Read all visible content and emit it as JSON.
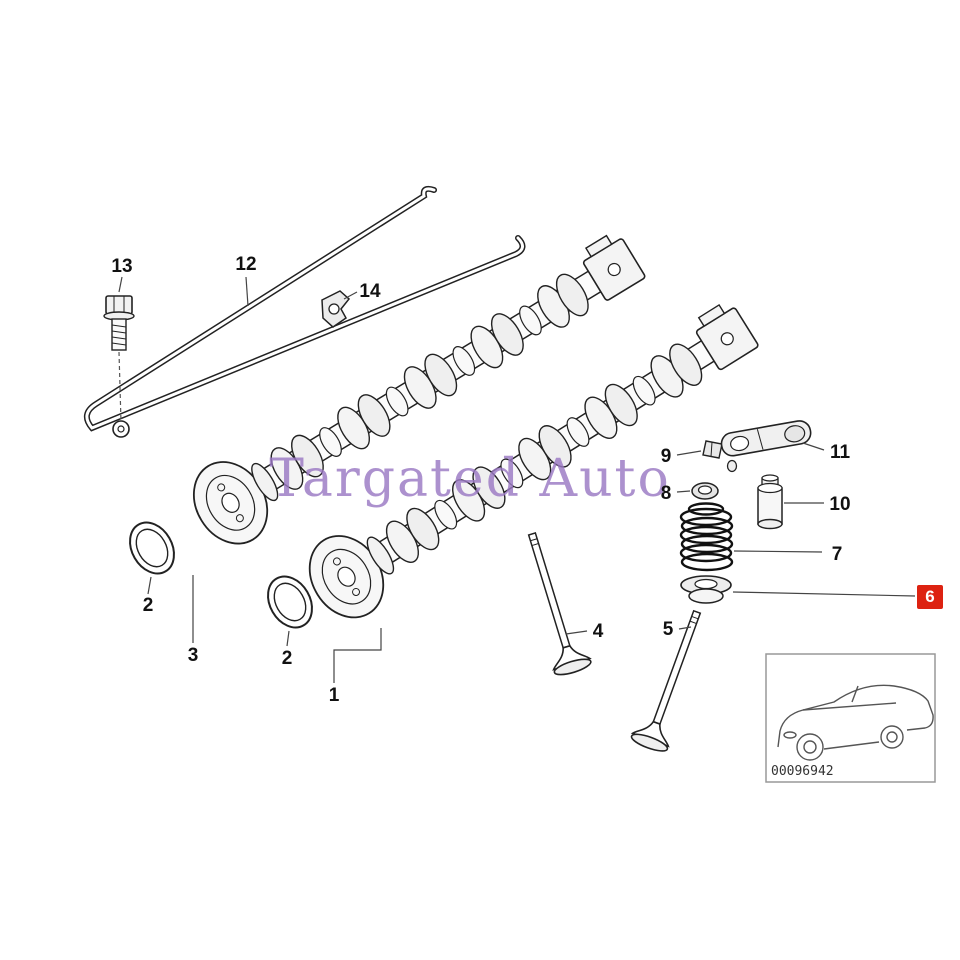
{
  "watermark": "Targated Auto",
  "thumbnail": {
    "code": "00096942"
  },
  "labels": {
    "p1": "1",
    "p2a": "2",
    "p2b": "2",
    "p3": "3",
    "p4": "4",
    "p5": "5",
    "p6": "6",
    "p7": "7",
    "p8": "8",
    "p9": "9",
    "p10": "10",
    "p11": "11",
    "p12": "12",
    "p13": "13",
    "p14": "14"
  },
  "colors": {
    "highlight": "#dd2211",
    "watermark": "#9b79c4"
  }
}
